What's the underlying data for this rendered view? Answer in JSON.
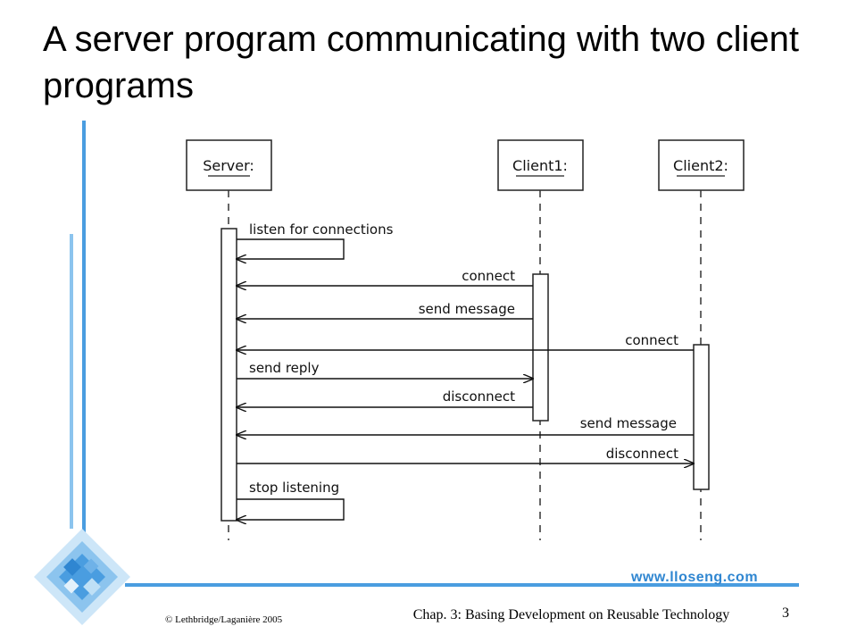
{
  "slide": {
    "title": "A server program communicating with two client programs",
    "url": "www.lloseng.com",
    "copyright": "© Lethbridge/Laganière 2005",
    "footer": "Chap. 3: Basing Development on Reusable Technology",
    "page_number": "3"
  },
  "diagram": {
    "objects": [
      "Server:",
      "Client1:",
      "Client2:"
    ],
    "messages": [
      "listen for connections",
      "connect",
      "send message",
      "connect",
      "send reply",
      "disconnect",
      "send message",
      "disconnect",
      "stop listening"
    ]
  },
  "colors": {
    "accent": "#4a9de0",
    "accent_light": "#8cc4ee",
    "url": "#2f86d1"
  }
}
